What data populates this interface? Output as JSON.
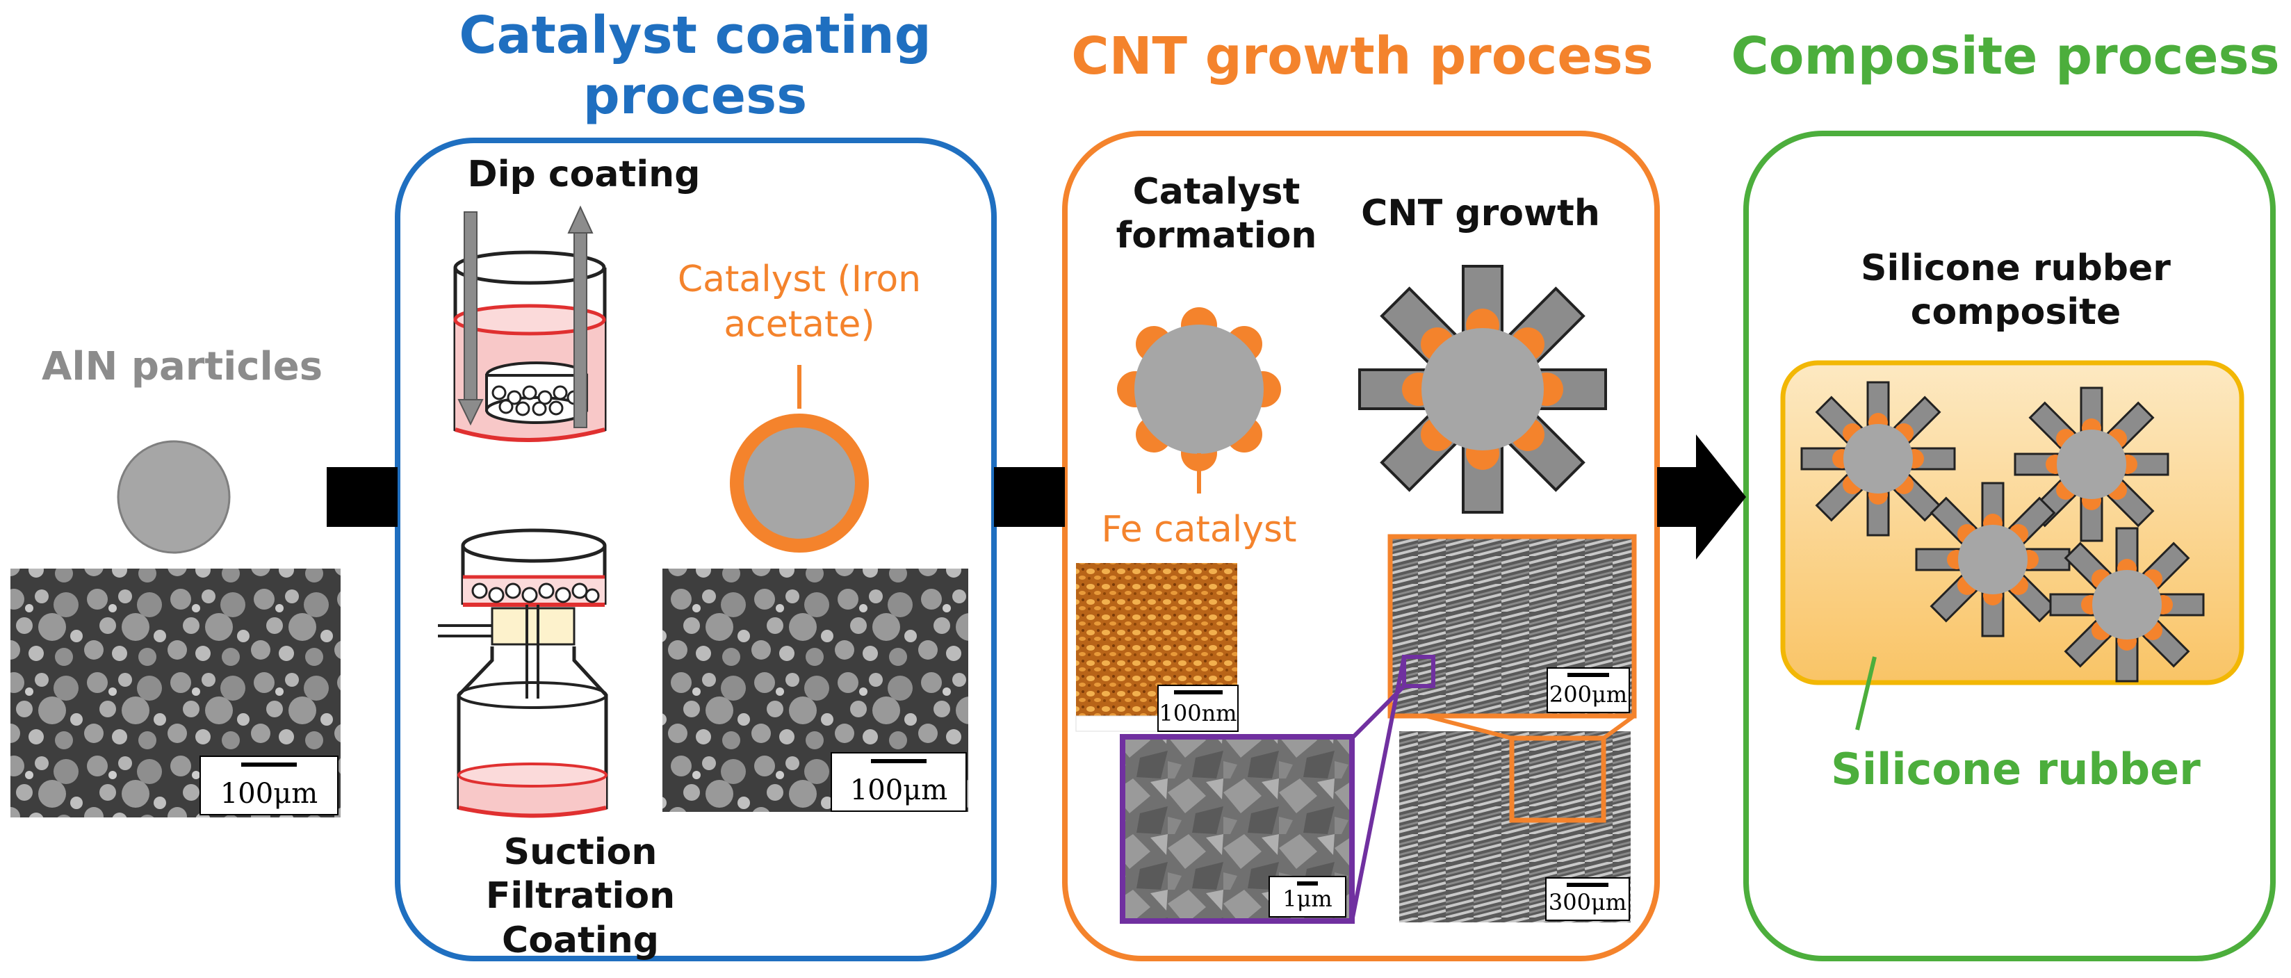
{
  "sections": {
    "aln": {
      "label": "AlN particles"
    },
    "catalyst_coating": {
      "title": "Catalyst coating process",
      "dip_coating": "Dip coating",
      "suction": "Suction Filtration Coating",
      "catalyst": "Catalyst (Iron acetate)"
    },
    "cnt_growth": {
      "title": "CNT growth process",
      "catalyst_formation": "Catalyst formation",
      "cnt_growth": "CNT growth",
      "fe_catalyst": "Fe catalyst"
    },
    "composite": {
      "title": "Composite process",
      "silicone_composite": "Silicone rubber composite",
      "silicone_rubber": "Silicone rubber"
    }
  },
  "scale_bars": {
    "aln_sem": "100μm",
    "coated_sem": "100μm",
    "afm": "100nm",
    "cnt_top": "200μm",
    "zoom": "1μm",
    "cnt_bottom": "300μm"
  },
  "colors": {
    "blue": "#1F6FC0",
    "orange": "#F4832C",
    "green": "#4CAE3C",
    "gray_particle": "#A6A6A6",
    "purple": "#7030A0",
    "red_liquid": "#E03030",
    "composite_fill": "#FBD28A"
  }
}
